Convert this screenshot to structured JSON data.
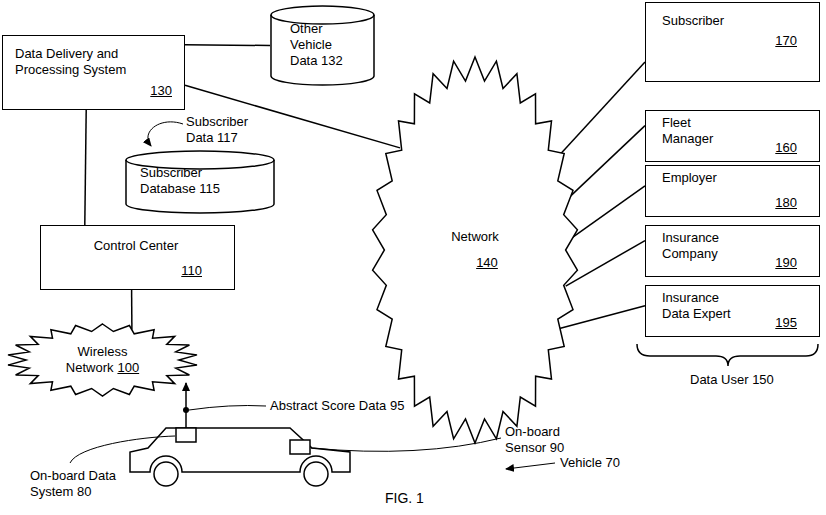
{
  "diagram": {
    "caption": "FIG. 1",
    "nodes": [
      {
        "text": [
          "Data Delivery and Processing System",
          "130"
        ]
      },
      {
        "text": [
          "Other Vehicle Data 132"
        ]
      },
      {
        "text": [
          "Subscriber Database 115"
        ]
      },
      {
        "text": [
          "Control Center",
          "110"
        ]
      },
      {
        "text": [
          "Wireless Network",
          "100"
        ]
      },
      {
        "text": [
          "Network",
          "140"
        ]
      },
      {
        "text": [
          "Subscriber",
          "170"
        ]
      },
      {
        "text": [
          "Fleet Manager",
          "160"
        ]
      },
      {
        "text": [
          "Employer",
          "180"
        ]
      },
      {
        "text": [
          "Insurance Company",
          "190"
        ]
      },
      {
        "text": [
          "Insurance Data Expert",
          "195"
        ]
      }
    ],
    "edges": [
      {
        "from": 0,
        "to": 1,
        "arrow": "none"
      },
      {
        "from": 0,
        "to": 5,
        "arrow": "none"
      },
      {
        "from": 0,
        "to": 3,
        "arrow": "none"
      },
      {
        "from": 3,
        "to": 4,
        "arrow": "none"
      },
      {
        "from": 5,
        "to": 6,
        "arrow": "none"
      },
      {
        "from": 5,
        "to": 7,
        "arrow": "none"
      },
      {
        "from": 5,
        "to": 8,
        "arrow": "none"
      },
      {
        "from": 5,
        "to": 9,
        "arrow": "none"
      },
      {
        "from": 5,
        "to": 10,
        "arrow": "none"
      }
    ],
    "labels": [
      "Subscriber Data 117",
      "Abstract Score Data 95",
      "On-board Sensor 90",
      "On-board Data System 80",
      "Vehicle 70",
      "Data User 150"
    ]
  }
}
